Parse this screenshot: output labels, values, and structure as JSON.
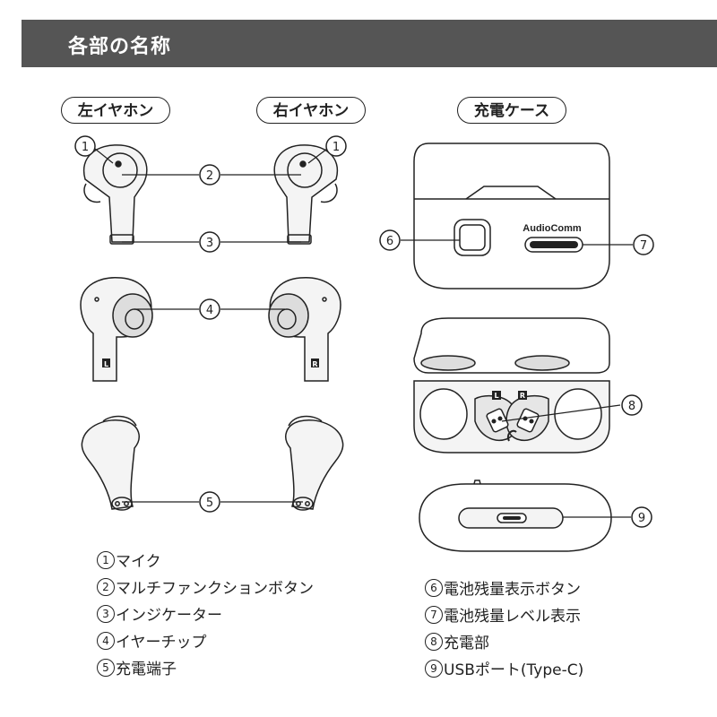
{
  "header": {
    "title": "各部の名称"
  },
  "labels": {
    "left": "左イヤホン",
    "right": "右イヤホン",
    "case": "充電ケース"
  },
  "case_brand": "AudioComm",
  "earbud_marks": {
    "left": "L",
    "right": "R"
  },
  "callouts": [
    "1",
    "2",
    "3",
    "4",
    "5",
    "6",
    "7",
    "8",
    "9"
  ],
  "parts_left": [
    {
      "num": "1",
      "text": "マイク"
    },
    {
      "num": "2",
      "text": "マルチファンクションボタン"
    },
    {
      "num": "3",
      "text": "インジケーター"
    },
    {
      "num": "4",
      "text": "イヤーチップ"
    },
    {
      "num": "5",
      "text": "充電端子"
    }
  ],
  "parts_right": [
    {
      "num": "6",
      "text": "電池残量表示ボタン"
    },
    {
      "num": "7",
      "text": "電池残量レベル表示"
    },
    {
      "num": "8",
      "text": "充電部"
    },
    {
      "num": "9",
      "text": "USBポート(Type-C)"
    }
  ]
}
